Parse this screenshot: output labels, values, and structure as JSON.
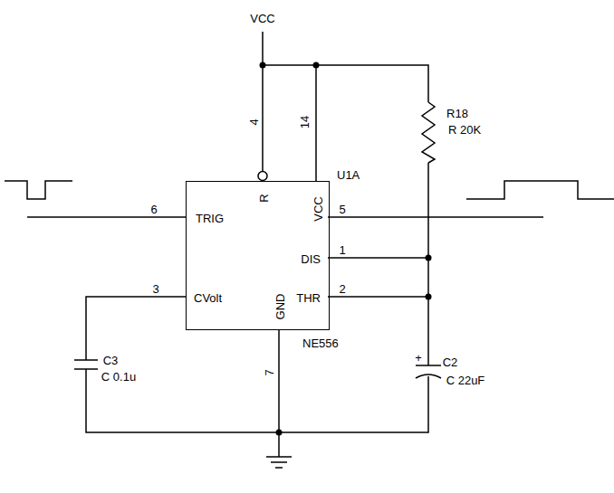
{
  "diagram": {
    "nodes": [
      {
        "text": [
          "TRIG",
          "R",
          "VCC",
          "DIS",
          "THR",
          "CVolt",
          "GND",
          "U1A",
          "NE556"
        ]
      }
    ],
    "labels": [
      "VCC",
      "4",
      "14",
      "6",
      "5",
      "1",
      "2",
      "3",
      "7",
      "R18",
      "R 20K",
      "C3",
      "C 0.1u",
      "C2",
      "C 22uF",
      "+"
    ]
  }
}
